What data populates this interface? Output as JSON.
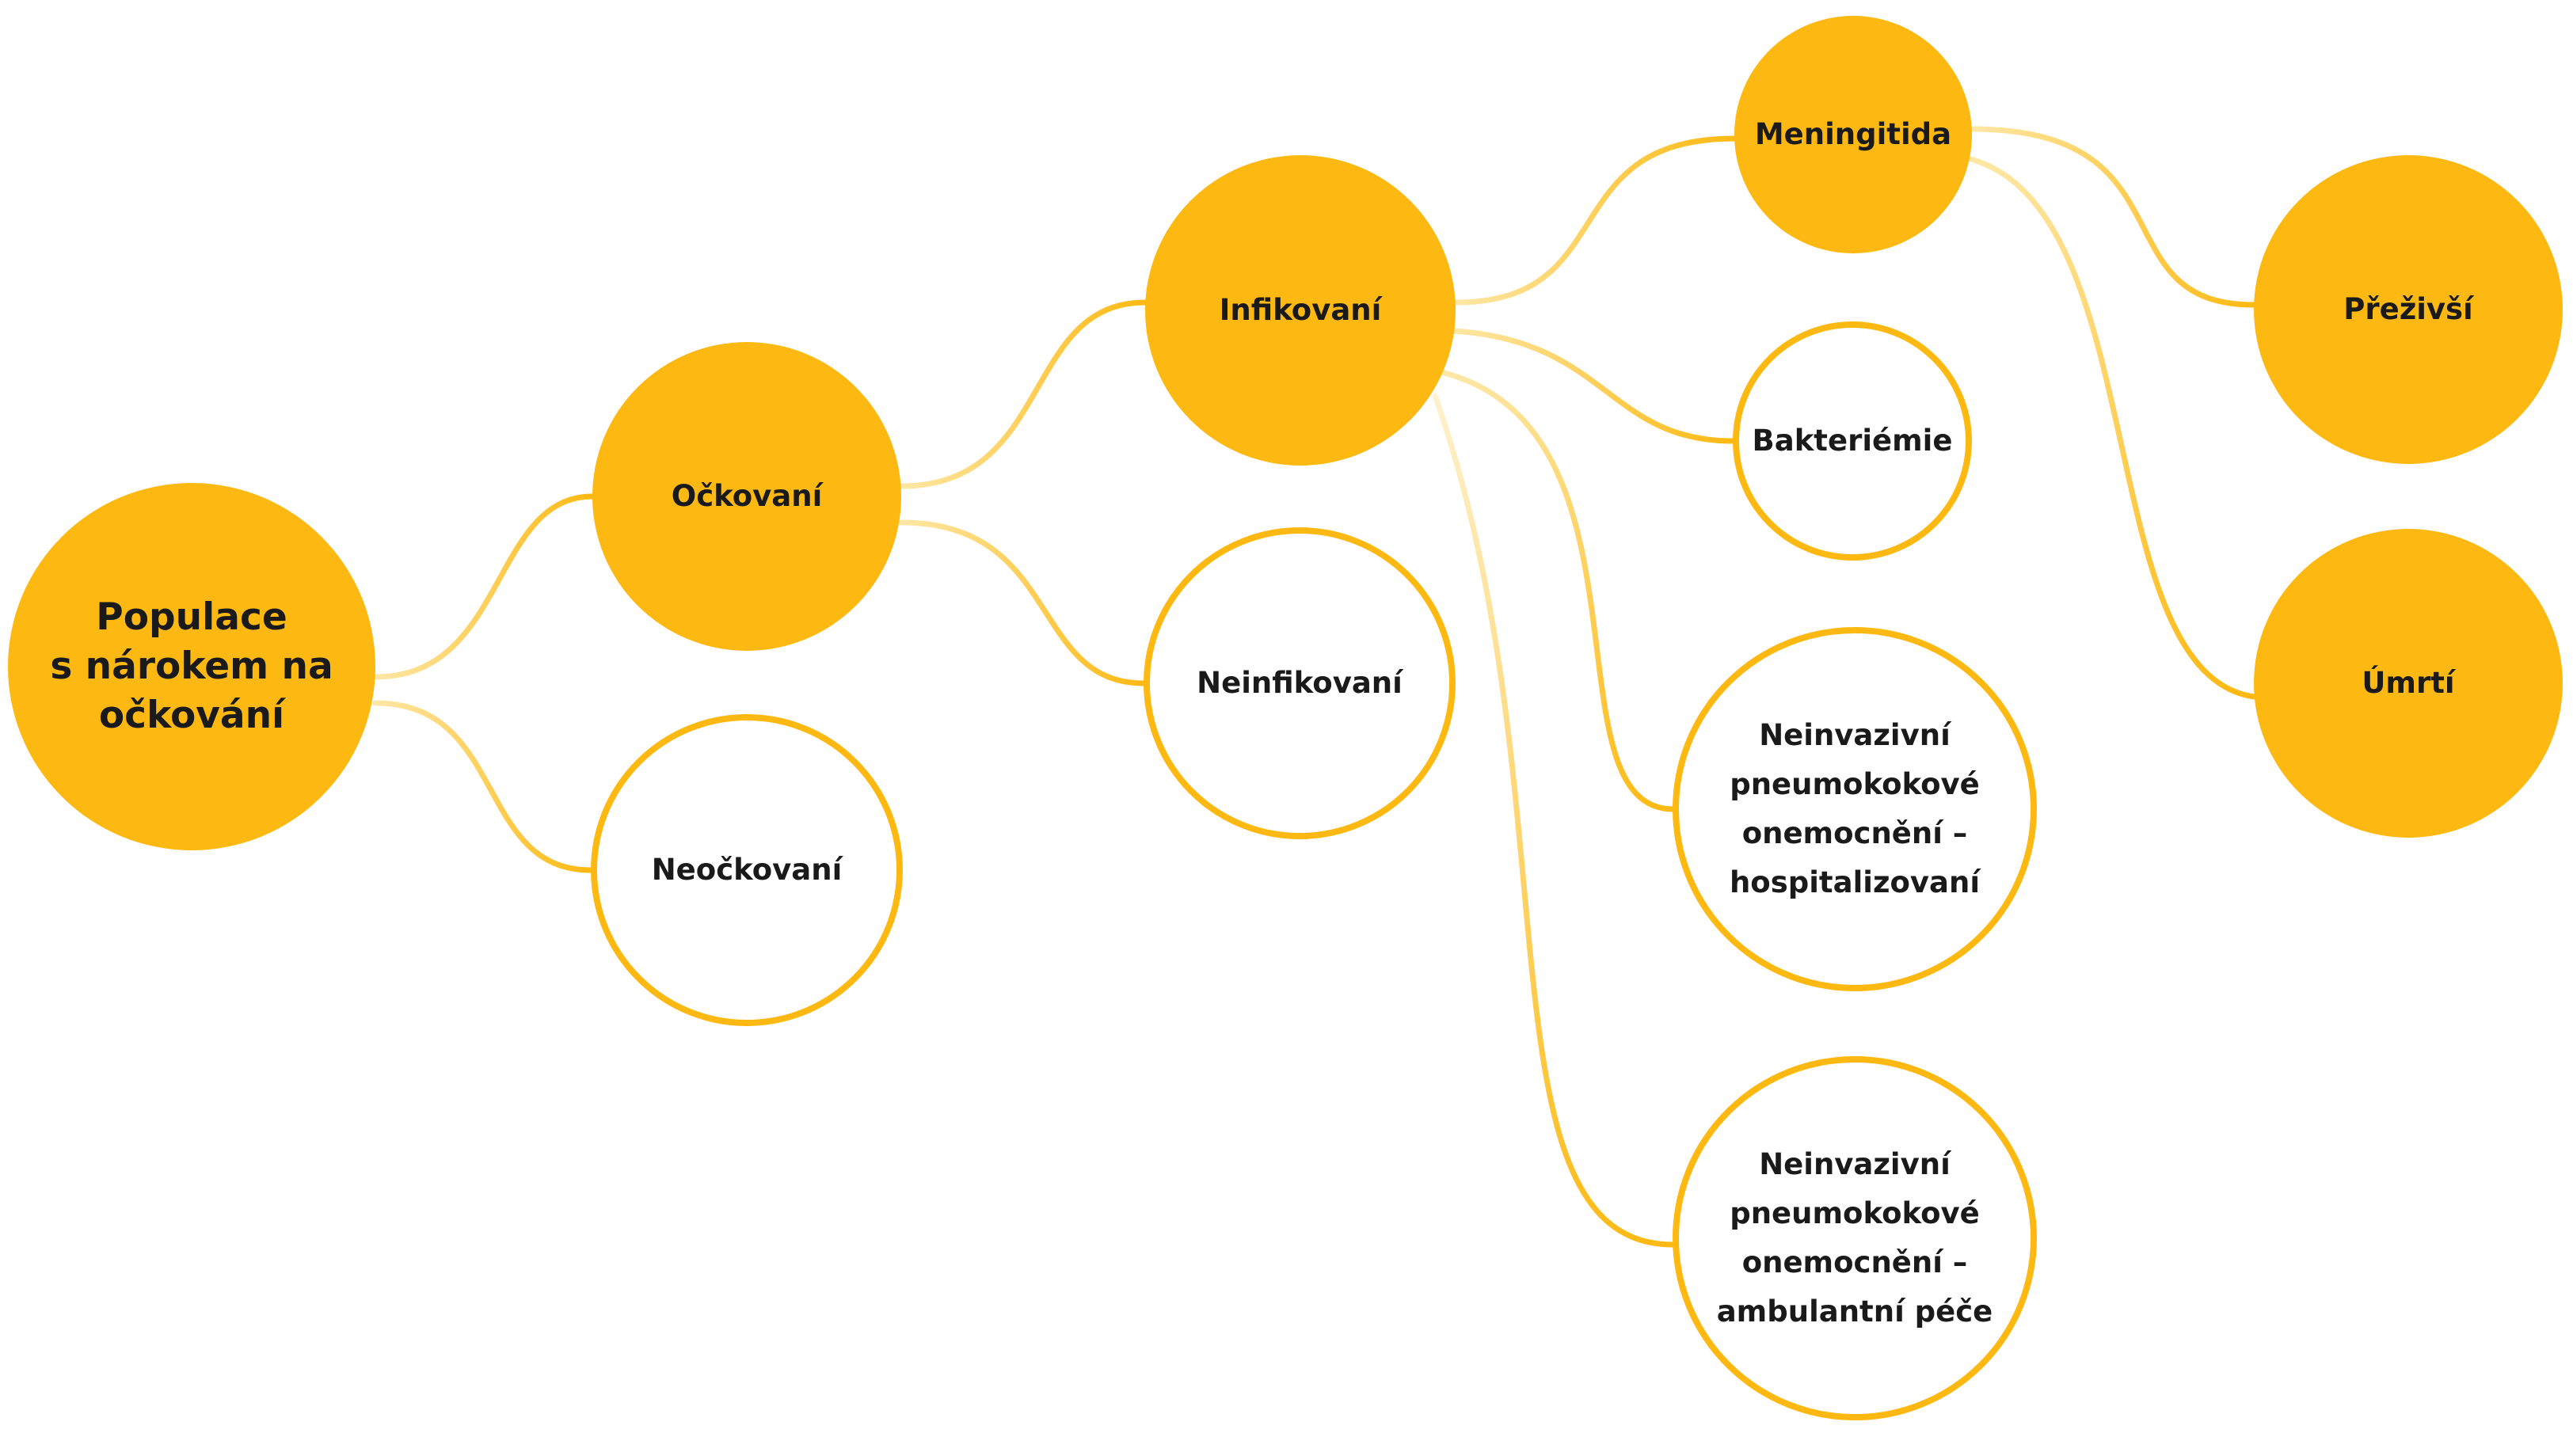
{
  "colors": {
    "accent": "#FDB912",
    "accent_light": "#FEE7A6",
    "text": "#1a1a1a",
    "background": "#ffffff"
  },
  "nodes": {
    "root": "Populace\ns nárokem na\nočkování",
    "ockovani": "Očkovaní",
    "neockovani": "Neočkovaní",
    "infikovani": "Infikovaní",
    "neinfikovani": "Neinfikovaní",
    "meningitida": "Meningitida",
    "bakteriemie": "Bakteriémie",
    "hospitalizovani": "Neinvazivní\npneumokokové\nonemocnění –\nhospitalizovaní",
    "ambulantni": "Neinvazivní\npneumokokové\nonemocnění –\nambulantní péče",
    "prezivsi": "Přeživší",
    "umrti": "Úmrtí"
  },
  "edges": [
    {
      "from": "root",
      "to": "ockovani"
    },
    {
      "from": "root",
      "to": "neockovani"
    },
    {
      "from": "ockovani",
      "to": "infikovani"
    },
    {
      "from": "ockovani",
      "to": "neinfikovani"
    },
    {
      "from": "infikovani",
      "to": "meningitida"
    },
    {
      "from": "infikovani",
      "to": "bakteriemie"
    },
    {
      "from": "infikovani",
      "to": "hospitalizovani"
    },
    {
      "from": "infikovani",
      "to": "ambulantni"
    },
    {
      "from": "meningitida",
      "to": "prezivsi"
    },
    {
      "from": "meningitida",
      "to": "umrti"
    }
  ]
}
